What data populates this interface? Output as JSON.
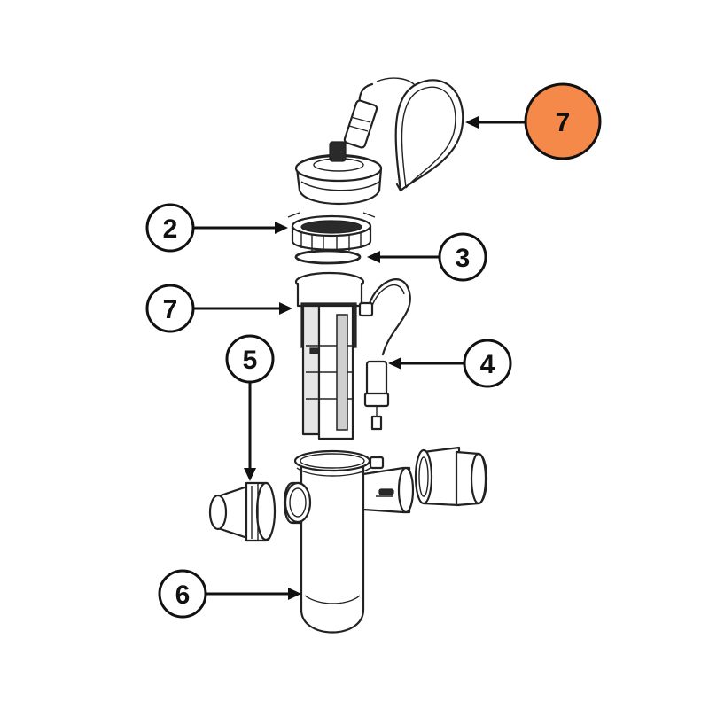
{
  "callouts": [
    {
      "id": "c7-top",
      "label": "7",
      "fill": "#F5894A",
      "highlight": true
    },
    {
      "id": "c2",
      "label": "2",
      "fill": "#ffffff"
    },
    {
      "id": "c3",
      "label": "3",
      "fill": "#ffffff"
    },
    {
      "id": "c7",
      "label": "7",
      "fill": "#ffffff"
    },
    {
      "id": "c5",
      "label": "5",
      "fill": "#ffffff"
    },
    {
      "id": "c4",
      "label": "4",
      "fill": "#ffffff"
    },
    {
      "id": "c6",
      "label": "6",
      "fill": "#ffffff"
    }
  ],
  "colors": {
    "highlight": "#F5894A",
    "stroke": "#222222"
  }
}
